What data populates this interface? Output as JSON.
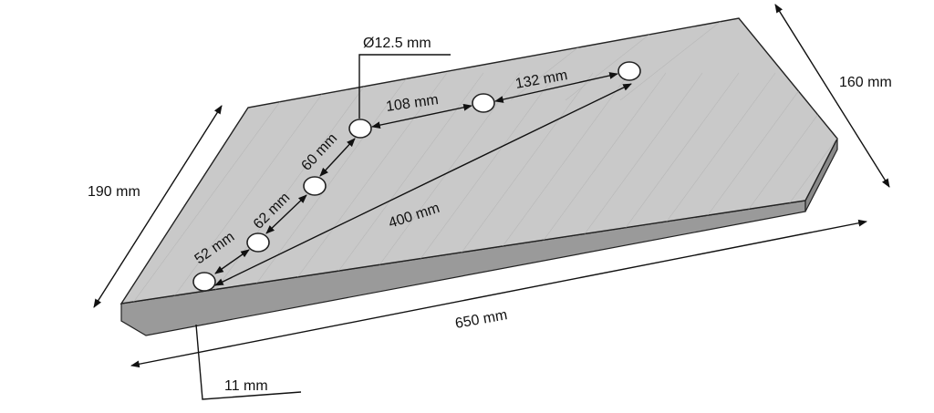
{
  "labels": {
    "hole_diameter": "Ø12.5 mm",
    "length": "650 mm",
    "width_left": "190 mm",
    "width_right": "160 mm",
    "thickness": "11 mm",
    "spacing_52": "52 mm",
    "spacing_62": "62 mm",
    "spacing_60": "60 mm",
    "spacing_108": "108 mm",
    "spacing_132": "132 mm",
    "diagonal_400": "400 mm"
  }
}
